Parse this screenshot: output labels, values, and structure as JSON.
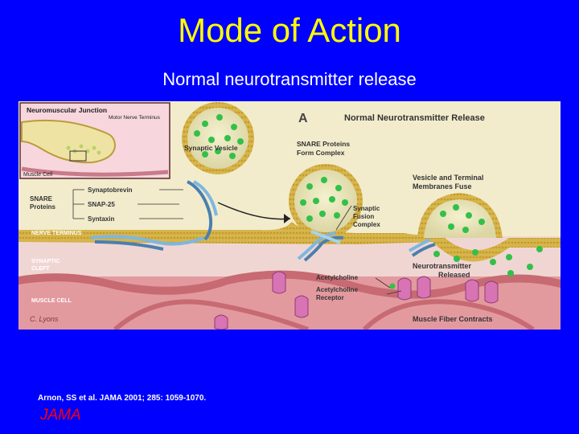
{
  "slide": {
    "title": "Mode of Action",
    "subtitle": "Normal neurotransmitter release",
    "citation": "Arnon, SS et al. JAMA 2001; 285: 1059-1070.",
    "logo": "JAMA"
  },
  "figure": {
    "panel_letter": "A",
    "panel_title": "Normal Neurotransmitter Release",
    "inset": {
      "title": "Neuromuscular Junction",
      "motor_nerve_terminus": "Motor Nerve Terminus",
      "muscle_cell": "Muscle Cell"
    },
    "labels": {
      "synaptic_vesicle": "Synaptic Vesicle",
      "snare_form_line1": "SNARE Proteins",
      "snare_form_line2": "Form Complex",
      "vesicle_fuse_line1": "Vesicle and Terminal",
      "vesicle_fuse_line2": "Membranes Fuse",
      "snare_proteins_line1": "SNARE",
      "snare_proteins_line2": "Proteins",
      "synaptobrevin": "Synaptobrevin",
      "snap25": "SNAP-25",
      "syntaxin": "Syntaxin",
      "fusion_line1": "Synaptic",
      "fusion_line2": "Fusion",
      "fusion_line3": "Complex",
      "nerve_terminus": "NERVE TERMINUS",
      "synaptic_cleft_line1": "SYNAPTIC",
      "synaptic_cleft_line2": "CLEFT",
      "released_line1": "Neurotransmitter",
      "released_line2": "Released",
      "acetylcholine": "Acetylcholine",
      "receptor_line1": "Acetylcholine",
      "receptor_line2": "Receptor",
      "muscle_cell": "MUSCLE CELL",
      "muscle_contracts": "Muscle Fiber Contracts"
    },
    "colors": {
      "terminus": "#efe6b0",
      "vesicle": "#e8e3b8",
      "acetylcholine": "#33c04a",
      "muscle": "#e39a9f",
      "receptor": "#d874b4",
      "snare": "#7db7e0"
    }
  }
}
